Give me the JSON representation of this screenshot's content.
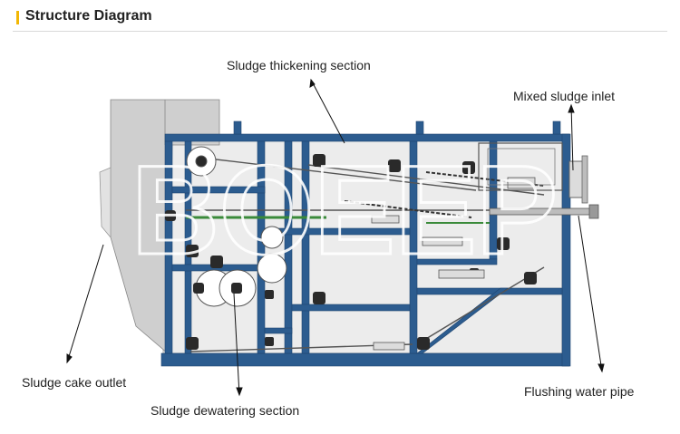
{
  "header": {
    "title": "Structure Diagram"
  },
  "watermark": "BOEEP",
  "labels": {
    "thickening": "Sludge thickening section",
    "inlet": "Mixed sludge inlet",
    "cake_outlet": "Sludge cake outlet",
    "flushing": "Flushing water pipe",
    "dewatering": "Sludge dewatering section"
  },
  "colors": {
    "frame": "#2c5c8f",
    "frame_dark": "#1f4570",
    "hopper": "#cfcfcf",
    "machine_bg": "#ececec",
    "accent": "#f2b705",
    "roller": "#2a2a2a",
    "belt_green": "#3a8a3a"
  }
}
